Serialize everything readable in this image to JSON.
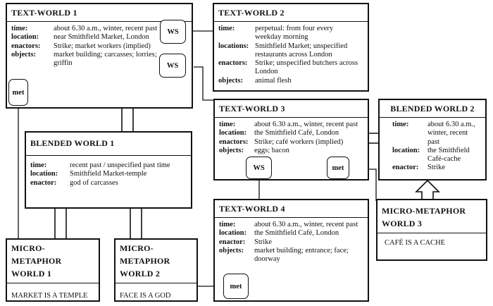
{
  "tw1": {
    "title": "TEXT-WORLD 1",
    "time_k": "time:",
    "time_v": "about 6.30 a.m., winter, recent past",
    "location_k": "location:",
    "location_v": "near Smithfield Market, London",
    "enactors_k": "enactors:",
    "enactors_v": "Strike; market workers (implied)",
    "objects_k": "objects:",
    "objects_v": "market building; carcasses; lorries; griffin"
  },
  "tw2": {
    "title": "TEXT-WORLD 2",
    "time_k": "time:",
    "time_v": "perpetual: from four every weekday morning",
    "locations_k": "locations:",
    "locations_v": "Smithfield Market; unspecified restaurants across London",
    "enactors_k": "enactors:",
    "enactors_v": "Strike; unspecified butchers across London",
    "objects_k": "objects:",
    "objects_v": "animal flesh"
  },
  "tw3": {
    "title": "TEXT-WORLD 3",
    "time_k": "time:",
    "time_v": "about 6.30 a.m., winter, recent past",
    "location_k": "location:",
    "location_v": "the Smithfield Café, London",
    "enactors_k": "enactors:",
    "enactors_v": "Strike; café workers (implied)",
    "objects_k": "objects:",
    "objects_v": "eggs; bacon"
  },
  "tw4": {
    "title": "TEXT-WORLD 4",
    "time_k": "time:",
    "time_v": "about 6.30 a.m., winter, recent past",
    "location_k": "location:",
    "location_v": "the Smithfield Café, London",
    "enactor_k": "enactor:",
    "enactor_v": "Strike",
    "objects_k": "objects:",
    "objects_v": "market building; entrance; face; doorway"
  },
  "bw1": {
    "title": "BLENDED WORLD 1",
    "time_k": "time:",
    "time_v": "recent past / unspecified past time",
    "location_k": "location:",
    "location_v": "Smithfield Market-temple",
    "enactor_k": "enactor:",
    "enactor_v": "god of carcasses"
  },
  "bw2": {
    "title": "BLENDED WORLD 2",
    "time_k": "time:",
    "time_v": "about 6.30 a.m., winter, recent past",
    "location_k": "location:",
    "location_v": "the Smithfield Café-cache",
    "enactor_k": "enactor:",
    "enactor_v": "Strike"
  },
  "mm1": {
    "title": "MICRO-METAPHOR WORLD 1",
    "body": "MARKET IS A TEMPLE"
  },
  "mm2": {
    "title": "MICRO-METAPHOR WORLD 2",
    "body": "FACE IS A GOD"
  },
  "mm3": {
    "title": "MICRO-METAPHOR WORLD 3",
    "body": "CAFÉ IS A CACHE"
  },
  "labels": {
    "ws": "WS",
    "met": "met"
  }
}
